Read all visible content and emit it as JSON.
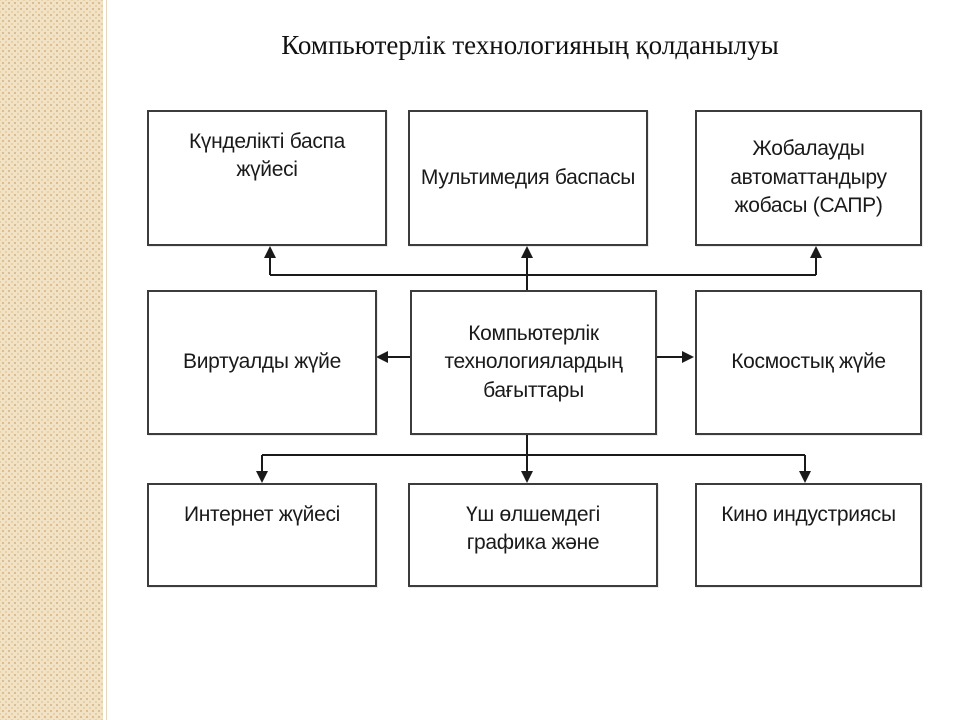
{
  "title": "Компьютерлік технологияның қолданылуы",
  "nodes": {
    "daily_print": "Күнделікті баспа\nжүйесі",
    "multimedia": "Мультимедия баспасы",
    "cad": "Жобалауды\nавтоматтандыру\nжобасы (САПР)",
    "virtual": "Виртуалды жүйе",
    "center": "Компьютерлік\nтехнологиялардың\nбағыттары",
    "space": "Космостық жүйе",
    "internet": "Интернет жүйесі",
    "graphics3d": "Үш өлшемдегі\nграфика және",
    "cinema": "Кино индустриясы"
  }
}
